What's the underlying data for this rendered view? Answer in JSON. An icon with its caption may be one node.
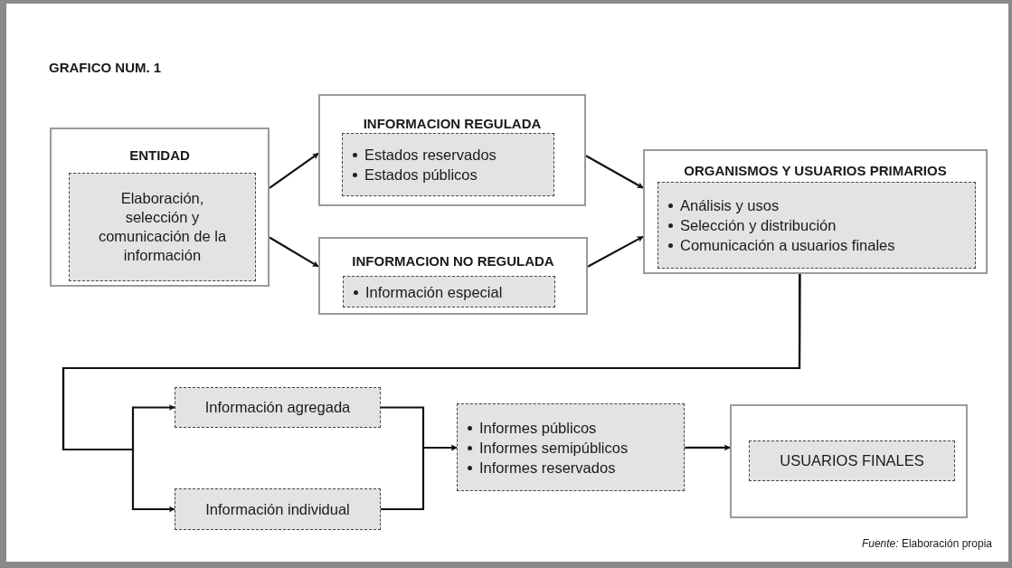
{
  "diagram": {
    "title": "GRAFICO NUM. 1",
    "caption": "*Fuente:* Elaboración propia",
    "nodes": [
      {
        "text": [
          "ENTIDAD"
        ]
      },
      {
        "text": [
          "Elaboración, selección y comunicación de la información"
        ],
        "in": 0
      },
      {
        "text": [
          "INFORMACION REGULADA"
        ]
      },
      {
        "text": [
          "Estados reservados",
          "Estados públicos"
        ],
        "in": 2
      },
      {
        "text": [
          "INFORMACION NO REGULADA"
        ]
      },
      {
        "text": [
          "Información especial"
        ],
        "in": 4
      },
      {
        "text": [
          "ORGANISMOS Y USUARIOS PRIMARIOS"
        ]
      },
      {
        "text": [
          "Análisis y usos",
          "Selección y distribución",
          "Comunicación a usuarios finales"
        ],
        "in": 6
      },
      {
        "text": [
          "Información agregada"
        ]
      },
      {
        "text": [
          "Información individual"
        ]
      },
      {
        "text": [
          "Informes públicos",
          "Informes semipúblicos",
          "Informes reservados"
        ]
      },
      {
        "text": [],
        "shape": "box"
      },
      {
        "text": [
          "USUARIOS FINALES"
        ],
        "in": 11
      }
    ],
    "edges": [
      {
        "from": 0,
        "to": 2,
        "arrow": "to"
      },
      {
        "from": 0,
        "to": 4,
        "arrow": "to"
      },
      {
        "from": 2,
        "to": 6,
        "arrow": "to"
      },
      {
        "from": 4,
        "to": 6,
        "arrow": "to"
      },
      {
        "from": 6,
        "to": 8,
        "arrow": "to"
      },
      {
        "from": 6,
        "to": 9,
        "arrow": "to"
      },
      {
        "from": 8,
        "to": 10,
        "arrow": "to"
      },
      {
        "from": 9,
        "to": 10,
        "arrow": "to"
      },
      {
        "from": 10,
        "to": 11,
        "arrow": "to"
      }
    ]
  }
}
